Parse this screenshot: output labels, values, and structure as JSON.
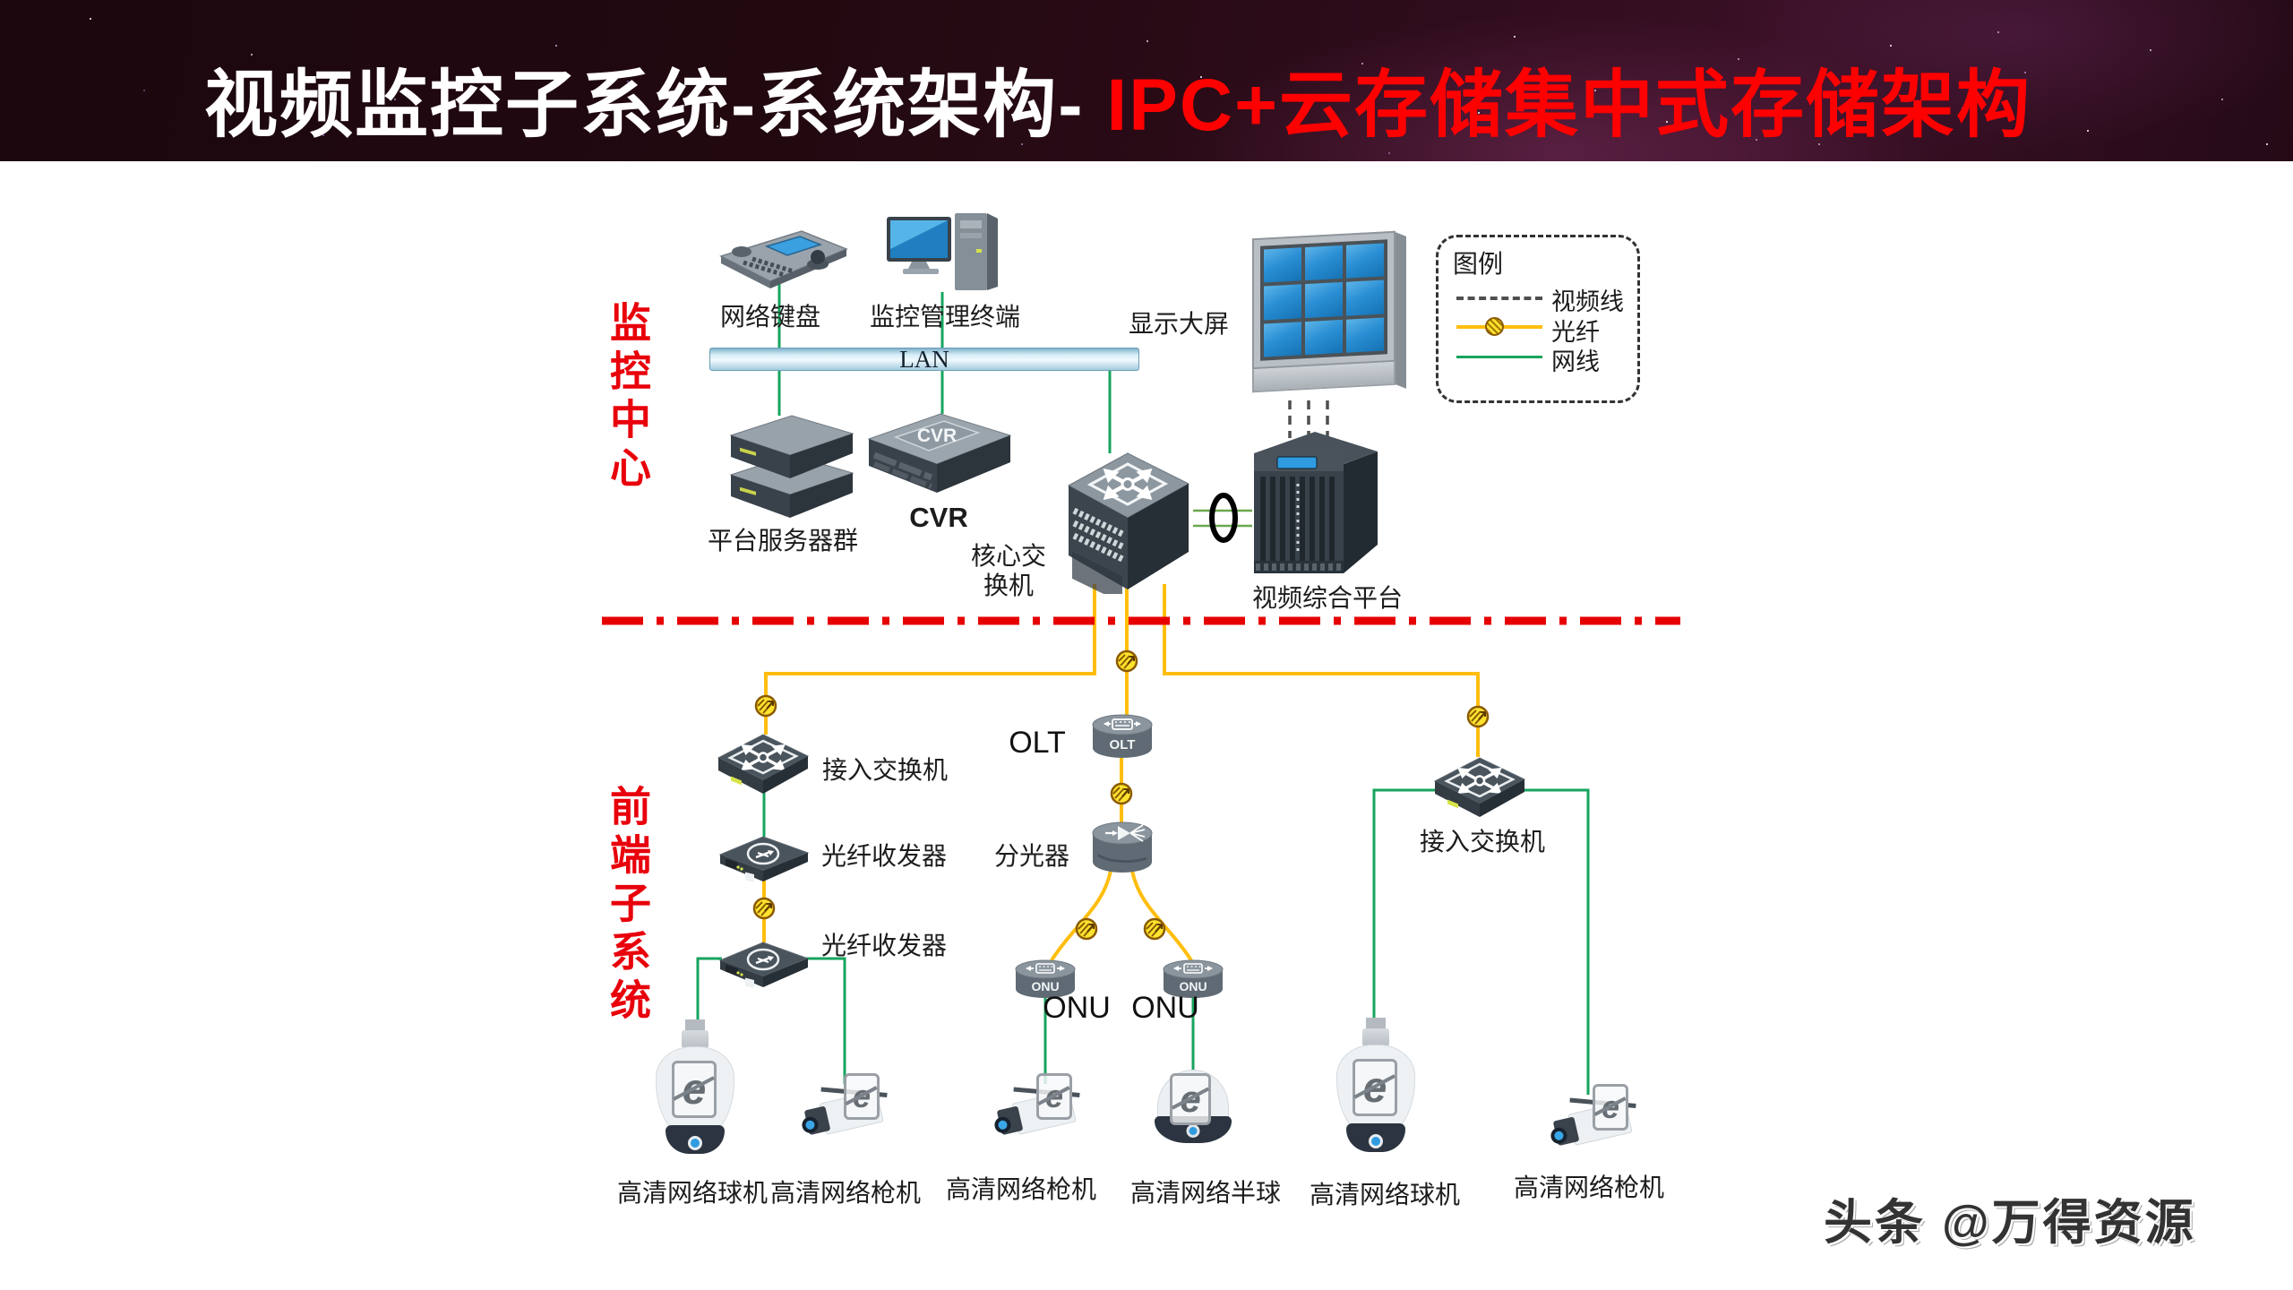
{
  "header": {
    "title_white": "视频监控子系统-系统架构-",
    "title_red": "IPC+云存储集中式存储架构"
  },
  "sections": {
    "monitoring_center": "监控中心",
    "frontend_subsystem": "前端子系统"
  },
  "legend": {
    "title": "图例",
    "video_line": "视频线",
    "fiber_line": "光纤",
    "ethernet_line": "网线"
  },
  "monitoring": {
    "keyboard": "网络键盘",
    "terminal": "监控管理终端",
    "display_wall": "显示大屏",
    "lan": "LAN",
    "servers": "平台服务器群",
    "cvr": "CVR",
    "cvr_badge": "CVR",
    "core_switch_line1": "核心交",
    "core_switch_line2": "换机",
    "video_platform": "视频综合平台"
  },
  "frontend": {
    "access_switch_left": "接入交换机",
    "access_switch_right": "接入交换机",
    "transceiver_1": "光纤收发器",
    "transceiver_2": "光纤收发器",
    "olt": "OLT",
    "olt_badge": "OLT",
    "splitter": "分光器",
    "onu_left": "ONU",
    "onu_right": "ONU",
    "onu_badge": "ONU",
    "camera_badge": "e",
    "cameras": [
      {
        "label": "高清网络球机"
      },
      {
        "label": "高清网络枪机"
      },
      {
        "label": "高清网络枪机"
      },
      {
        "label": "高清网络半球"
      },
      {
        "label": "高清网络球机"
      },
      {
        "label": "高清网络枪机"
      }
    ]
  },
  "watermark": "头条 @万得资源",
  "colors": {
    "fiber": "#FFBE0E",
    "ethernet": "#17A45E",
    "video_line": "#4F4F4F",
    "divider_red": "#E60000",
    "title_red": "#FF0000",
    "label_red": "#E8000B"
  }
}
